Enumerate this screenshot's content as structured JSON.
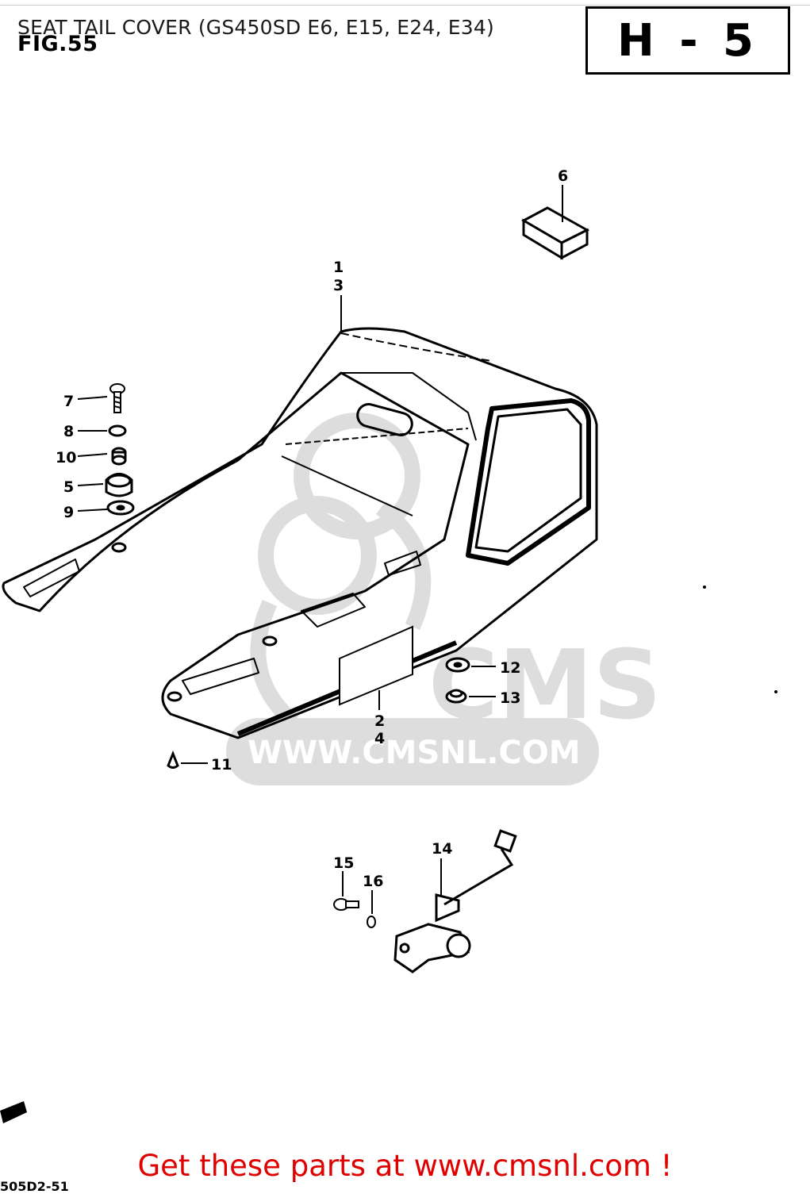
{
  "header": {
    "title": "SEAT TAIL COVER (GS450SD E6, E15, E24, E34)",
    "fig_label": "FIG.55",
    "section_code": "H - 5"
  },
  "diagram": {
    "callouts": [
      {
        "id": "c1",
        "label": "1"
      },
      {
        "id": "c3",
        "label": "3"
      },
      {
        "id": "c2",
        "label": "2"
      },
      {
        "id": "c4",
        "label": "4"
      },
      {
        "id": "c5",
        "label": "5"
      },
      {
        "id": "c6",
        "label": "6"
      },
      {
        "id": "c7",
        "label": "7"
      },
      {
        "id": "c8",
        "label": "8"
      },
      {
        "id": "c9",
        "label": "9"
      },
      {
        "id": "c10",
        "label": "10"
      },
      {
        "id": "c11",
        "label": "11"
      },
      {
        "id": "c12",
        "label": "12"
      },
      {
        "id": "c13",
        "label": "13"
      },
      {
        "id": "c14",
        "label": "14"
      },
      {
        "id": "c15",
        "label": "15"
      },
      {
        "id": "c16",
        "label": "16"
      }
    ]
  },
  "watermark": {
    "logo_text": "CMS",
    "url_text": "WWW.CMSNL.COM"
  },
  "footer": {
    "cta": "Get these parts at www.cmsnl.com !",
    "diagram_code": "505D2-51"
  }
}
